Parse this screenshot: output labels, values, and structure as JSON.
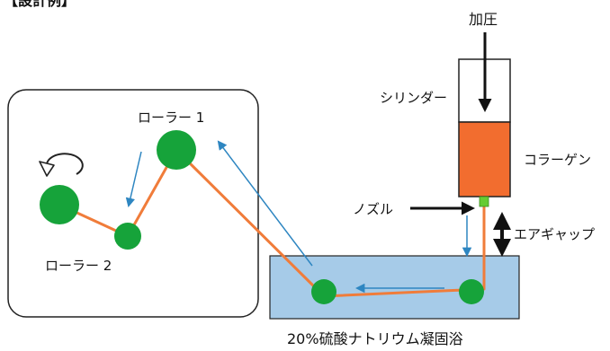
{
  "header_fragment": "【設計例】",
  "labels": {
    "pressure": "加圧",
    "cylinder": "シリンダー",
    "collagen": "コラーゲン",
    "nozzle": "ノズル",
    "air_gap": "エアギャップ",
    "roller1": "ローラー 1",
    "roller2": "ローラー 2",
    "bath": "20%硫酸ナトリウム凝固浴"
  },
  "colors": {
    "collagen_fill": "#f26d2f",
    "fiber": "#f07c3a",
    "roller": "#16a33a",
    "nozzle_tip": "#66cc33",
    "bath_fill": "#a6cbe8",
    "flow_arrow": "#2e86c1",
    "outline": "#222222"
  },
  "icons": {
    "rotation": "counterclockwise-rotation-icon"
  }
}
